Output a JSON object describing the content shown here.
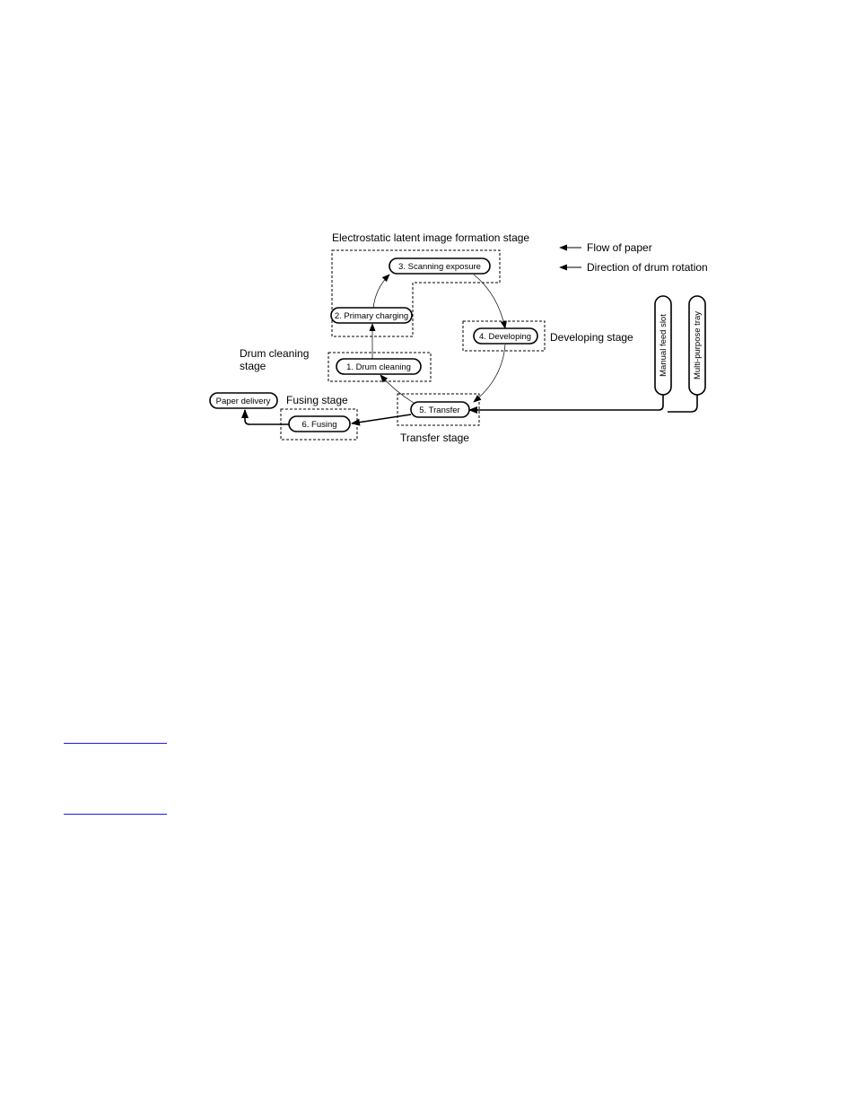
{
  "stages": {
    "electrostatic": "Electrostatic latent image formation stage",
    "developing": "Developing stage",
    "drum_cleaning": [
      "Drum cleaning",
      "stage"
    ],
    "fusing": "Fusing stage",
    "transfer": "Transfer stage"
  },
  "steps": {
    "drum_cleaning": "1. Drum cleaning",
    "primary_charging": "2. Primary charging",
    "scanning_exposure": "3. Scanning exposure",
    "developing": "4. Developing",
    "transfer": "5. Transfer",
    "fusing": "6. Fusing",
    "paper_delivery": "Paper delivery"
  },
  "sources": {
    "manual_feed": "Manual feed slot",
    "multi_purpose": "Multi-purpose tray"
  },
  "legend": {
    "flow_of_paper": "Flow of paper",
    "drum_rotation": "Direction of drum rotation"
  },
  "links": [
    {
      "color": "#1a1ae6"
    },
    {
      "color": "#1a1ae6"
    }
  ]
}
